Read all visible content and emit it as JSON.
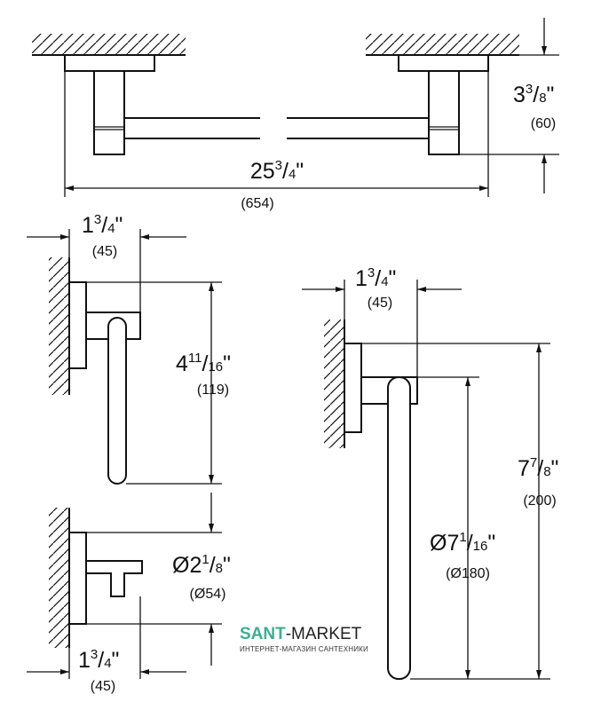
{
  "dimensions": {
    "bar_length": {
      "whole": "25",
      "num": "3",
      "den": "4",
      "mm": "(654)"
    },
    "bar_projection": {
      "whole": "3",
      "num": "3",
      "den": "8",
      "mm": "(60)"
    },
    "ring_holder_projection": {
      "whole": "1",
      "num": "3",
      "den": "4",
      "mm": "(45)"
    },
    "ring_holder_height": {
      "whole": "4",
      "num": "11",
      "den": "16",
      "mm": "(119)"
    },
    "hook_diameter": {
      "whole": "Ø2",
      "num": "1",
      "den": "8",
      "mm": "(Ø54)"
    },
    "hook_projection": {
      "whole": "1",
      "num": "3",
      "den": "4",
      "mm": "(45)"
    },
    "towel_ring_projection": {
      "whole": "1",
      "num": "3",
      "den": "4",
      "mm": "(45)"
    },
    "towel_ring_height": {
      "whole": "7",
      "num": "7",
      "den": "8",
      "mm": "(200)"
    },
    "towel_ring_diameter": {
      "whole": "Ø7",
      "num": "1",
      "den": "16",
      "mm": "(Ø180)"
    }
  },
  "watermark": {
    "brand_a": "SANT",
    "brand_b": "-MARKET",
    "tagline": "ИНТЕРНЕТ-МАГАЗИН САНТЕХНИКИ"
  }
}
